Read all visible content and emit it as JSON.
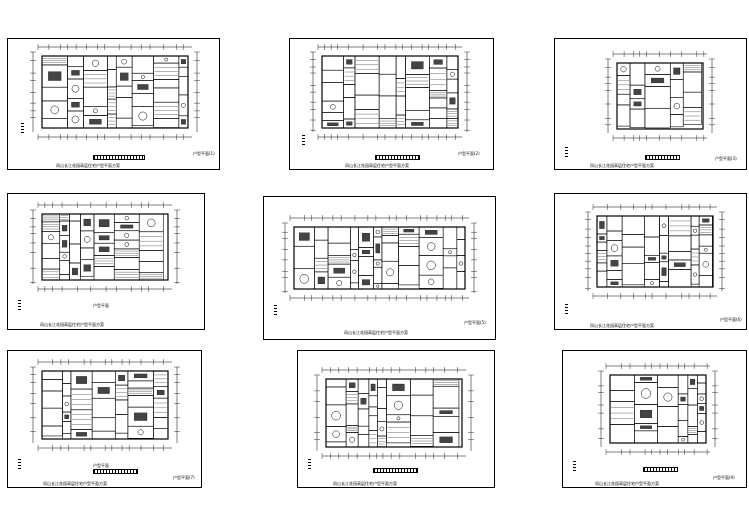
{
  "footer_text": "凤山长江花园高层住宅户型平面方案",
  "sheets": [
    {
      "id": "s1",
      "label": "",
      "note": "户型平面(1)"
    },
    {
      "id": "s2",
      "label": "",
      "note": "户型平面(2)"
    },
    {
      "id": "s3",
      "label": "",
      "note": "户型平面(3)"
    },
    {
      "id": "s4",
      "label": "户型平面",
      "note": ""
    },
    {
      "id": "s5",
      "label": "",
      "note": "户型平面(5)"
    },
    {
      "id": "s6",
      "label": "",
      "note": "户型平面(6)"
    },
    {
      "id": "s7",
      "label": "户型平面",
      "note": "户型平面(7)"
    },
    {
      "id": "s8",
      "label": "",
      "note": ""
    },
    {
      "id": "s9",
      "label": "",
      "note": "户型平面(9)"
    }
  ]
}
